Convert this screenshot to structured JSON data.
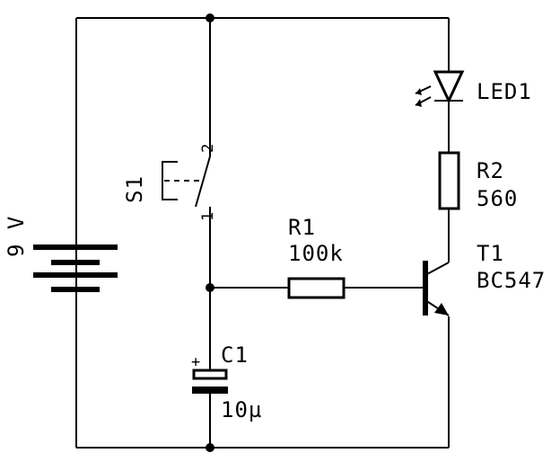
{
  "battery": {
    "label": "9 V"
  },
  "switch": {
    "ref": "S1",
    "pin1": "1",
    "pin2": "2"
  },
  "capacitor": {
    "ref": "C1",
    "value": "10µ",
    "polarity": "+"
  },
  "resistor1": {
    "ref": "R1",
    "value": "100k"
  },
  "resistor2": {
    "ref": "R2",
    "value": "560"
  },
  "led": {
    "ref": "LED1"
  },
  "transistor": {
    "ref": "T1",
    "value": "BC547"
  }
}
